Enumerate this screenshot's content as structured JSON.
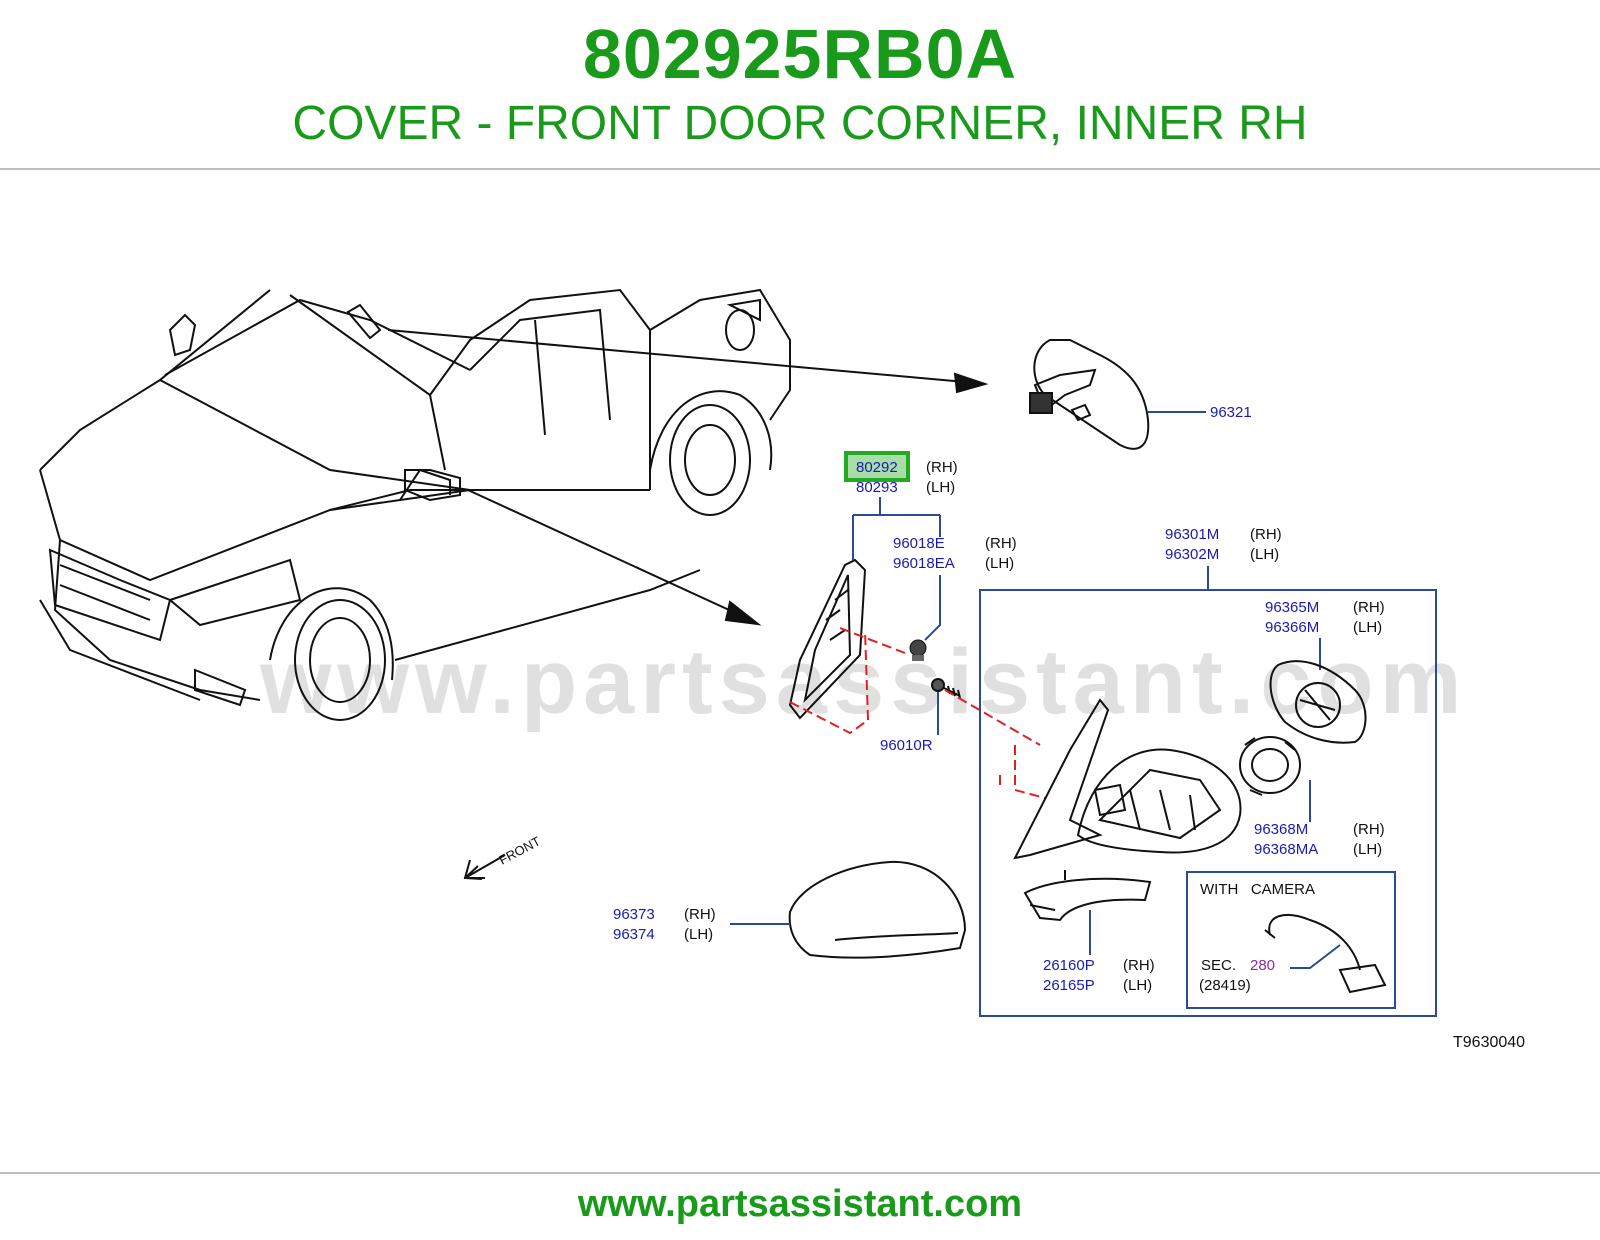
{
  "header": {
    "part_number": "802925RB0A",
    "description": "COVER - FRONT DOOR CORNER, INNER RH"
  },
  "watermark": "www.partsassistant.com",
  "footer": {
    "url": "www.partsassistant.com"
  },
  "diagram": {
    "code": "T9630040",
    "front_label": "FRONT",
    "callouts": {
      "c96321": "96321",
      "c80292": "80292",
      "c80292_side": "(RH)",
      "c80293": "80293",
      "c80293_side": "(LH)",
      "c96018E": "96018E",
      "c96018E_side": "(RH)",
      "c96018EA": "96018EA",
      "c96018EA_side": "(LH)",
      "c96010R": "96010R",
      "c96301M": "96301M",
      "c96301M_side": "(RH)",
      "c96302M": "96302M",
      "c96302M_side": "(LH)",
      "c96365M": "96365M",
      "c96365M_side": "(RH)",
      "c96366M": "96366M",
      "c96366M_side": "(LH)",
      "c96368M": "96368M",
      "c96368M_side": "(RH)",
      "c96368MA": "96368MA",
      "c96368MA_side": "(LH)",
      "c96373": "96373",
      "c96373_side": "(RH)",
      "c96374": "96374",
      "c96374_side": "(LH)",
      "c26160P": "26160P",
      "c26160P_side": "(RH)",
      "c26165P": "26165P",
      "c26165P_side": "(LH)"
    },
    "camera_box": {
      "title": "WITH   CAMERA",
      "sec_label": "SEC.",
      "sec_number": "280",
      "sec_ref": "(28419)"
    },
    "colors": {
      "brand_green": "#1a9a1a",
      "callout_blue": "#1a1ab0",
      "leader_blue": "#2a4a9a",
      "highlight": "#22aa22",
      "dash_red": "#e02020",
      "sec_purple": "#8a2ab0"
    }
  }
}
